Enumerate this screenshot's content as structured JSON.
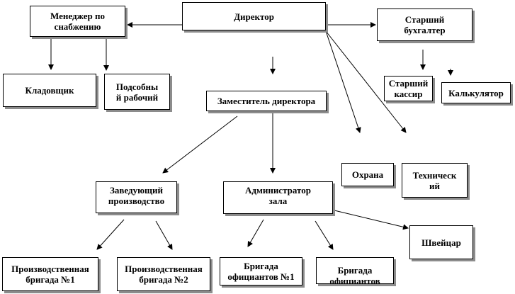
{
  "diagram": {
    "line_color": "#000000",
    "shadow_color": "#8c8c8c",
    "nodes": {
      "director": "Директор",
      "supply_manager": "Менеджер по\nснабжению",
      "chief_accountant": "Старший\nбухгалтер",
      "storekeeper": "Кладовщик",
      "handyman": "Подсобны\nй рабочий",
      "senior_cashier": "Старший\nкассир",
      "calculator": "Калькулятор",
      "deputy_director": "Заместитель директора",
      "security": "Охрана",
      "technical": "Техническ\nий",
      "production_head": "Заведующий\nпроизводство",
      "hall_admin": "Администратор\nзала",
      "doorman": "Швейцар",
      "production_team_1": "Производственная\nбригада №1",
      "production_team_2": "Производственная\nбригада №2",
      "waiters_team_1": "Бригада\nофициантов №1",
      "waiters_team_2": "Бригада\nофициантов"
    }
  }
}
